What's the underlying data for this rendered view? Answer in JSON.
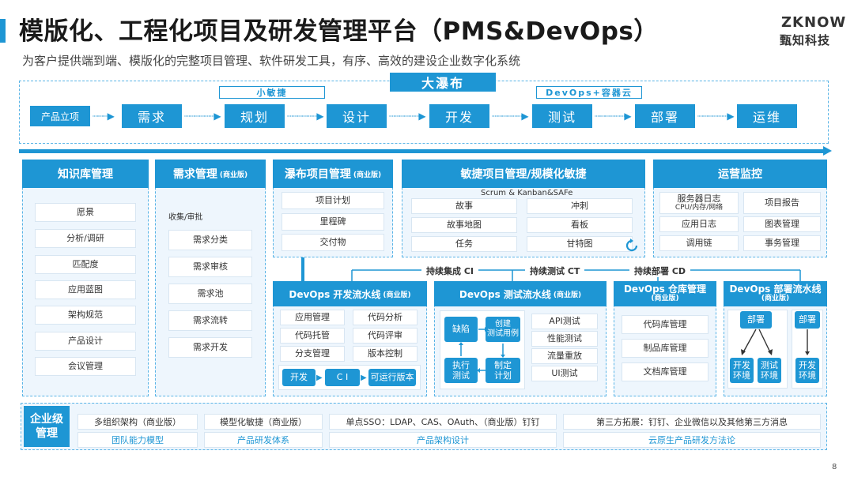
{
  "header": {
    "title": "模版化、工程化项目及研发管理平台（PMS&DevOps）",
    "subtitle": "为客户提供端到端、模版化的完整项目管理、软件研发工具，有序、高效的建设企业数字化系统",
    "logo_en": "ZKNOW",
    "logo_cn": "甄知科技"
  },
  "flow": {
    "waterfall_label": "大瀑布",
    "agile_label": "小敏捷",
    "devops_label": "DevOps+容器云",
    "start": "产品立项",
    "stages": [
      "需求",
      "规划",
      "设计",
      "开发",
      "测试",
      "部署",
      "运维"
    ]
  },
  "knowledge": {
    "title": "知识库管理",
    "items": [
      "愿景",
      "分析/调研",
      "匹配度",
      "应用蓝图",
      "架构规范",
      "产品设计",
      "会议管理"
    ]
  },
  "requirement": {
    "title": "需求管理",
    "title_tag": "(商业版)",
    "collect_label": "收集/审批",
    "items": [
      "需求分类",
      "需求审核",
      "需求池",
      "需求流转",
      "需求开发"
    ]
  },
  "waterfall_pm": {
    "title": "瀑布项目管理",
    "title_tag": "(商业版)",
    "items": [
      "项目计划",
      "里程碑",
      "交付物"
    ]
  },
  "agile_pm": {
    "title": "敏捷项目管理/规模化敏捷",
    "frameworks": "Scrum & Kanban&SAFe",
    "items": [
      "故事",
      "冲刺",
      "故事地图",
      "看板",
      "任务",
      "甘特图"
    ]
  },
  "ops": {
    "title": "运营监控",
    "server_log": "服务器日志",
    "server_log_sub": "CPU/内存/网络",
    "items": [
      "项目报告",
      "应用日志",
      "图表管理",
      "调用链",
      "事务管理"
    ]
  },
  "continuous": {
    "ci": "持续集成 CI",
    "ct": "持续测试 CT",
    "cd": "持续部署 CD"
  },
  "dev_pipeline": {
    "title": "DevOps 开发流水线",
    "title_tag": "(商业版)",
    "items": [
      "应用管理",
      "代码分析",
      "代码托管",
      "代码评审",
      "分支管理",
      "版本控制"
    ],
    "flow": [
      "开发",
      "C I",
      "可运行版本"
    ]
  },
  "test_pipeline": {
    "title": "DevOps 测试流水线",
    "title_tag": "(商业版)",
    "cycle": [
      "缺陷",
      "创建\n测试用例",
      "执行\n测试",
      "制定\n计划"
    ],
    "items": [
      "API测试",
      "性能测试",
      "流量重放",
      "UI测试"
    ]
  },
  "repo": {
    "title": "DevOps 仓库管理",
    "title_tag": "(商业版)",
    "items": [
      "代码库管理",
      "制品库管理",
      "文档库管理"
    ]
  },
  "deploy_pipeline": {
    "title": "DevOps 部署流水线",
    "title_tag": "(商业版)",
    "deploy": "部署",
    "envs": [
      "开发\n环境",
      "测试\n环境",
      "开发\n环境"
    ]
  },
  "enterprise": {
    "title": "企业级\n管理",
    "row1": [
      "多组织架构（商业版）",
      "模型化敏捷（商业版）",
      "单点SSO：LDAP、CAS、OAuth、（商业版）钉钉",
      "第三方拓展：钉钉、企业微信以及其他第三方消息"
    ],
    "row2": [
      "团队能力模型",
      "产品研发体系",
      "产品架构设计",
      "云原生产品研发方法论"
    ]
  },
  "page_number": "8",
  "colors": {
    "accent": "#1e96d4",
    "panel_bg": "#eef6fd"
  }
}
